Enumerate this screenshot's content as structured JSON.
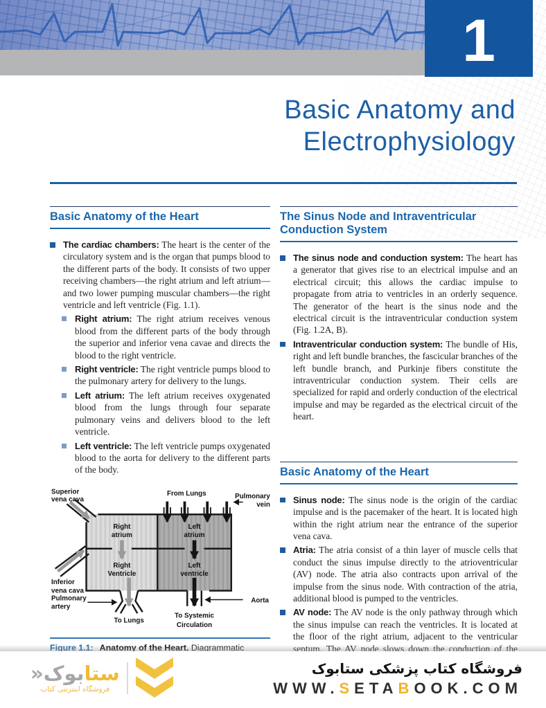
{
  "header": {
    "chapter_number": "1",
    "title_line1": "Basic Anatomy and",
    "title_line2": "Electrophysiology"
  },
  "left_column": {
    "heading": "Basic Anatomy of the Heart",
    "bullets": {
      "b1": {
        "label": "The cardiac chambers:",
        "text": "The heart is the center of the circulatory system and is the organ that pumps blood to the different parts of the body. It consists of two upper receiving chambers—the right atrium and left atrium—and two lower pumping muscular chambers—the right ventricle and left ventricle (Fig. 1.1)."
      },
      "b2": {
        "label": "Right atrium:",
        "text": "The right atrium receives venous blood from the different parts of the body through the superior and inferior vena cavae and directs the blood to the right ventricle."
      },
      "b3": {
        "label": "Right ventricle:",
        "text": "The right ventricle pumps blood to the pulmonary artery for delivery to the lungs."
      },
      "b4": {
        "label": "Left atrium:",
        "text": "The left atrium receives oxygenated blood from the lungs through four separate pulmonary veins and delivers blood to the left ventricle."
      },
      "b5": {
        "label": "Left ventricle:",
        "text": "The left ventricle pumps oxygenated blood to the aorta for delivery to the different parts of the body."
      }
    }
  },
  "figure": {
    "labels": {
      "superior_vena_cava_1": "Superior",
      "superior_vena_cava_2": "vena cava",
      "from_lungs": "From Lungs",
      "pulmonary_vein_1": "Pulmonary",
      "pulmonary_vein_2": "vein",
      "right_atrium_1": "Right",
      "right_atrium_2": "atrium",
      "left_atrium_1": "Left",
      "left_atrium_2": "atrium",
      "inferior_vena_cava_1": "Inferior",
      "inferior_vena_cava_2": "vena cava",
      "right_ventricle_1": "Right",
      "right_ventricle_2": "Ventricle",
      "left_ventricle_1": "Left",
      "left_ventricle_2": "ventricle",
      "pulmonary_artery_1": "Pulmonary",
      "pulmonary_artery_2": "artery",
      "aorta": "Aorta",
      "to_lungs": "To Lungs",
      "to_systemic_1": "To Systemic",
      "to_systemic_2": "Circulation"
    },
    "caption": {
      "label": "Figure 1.1:",
      "title": "Anatomy of the Heart.",
      "text": "Diagrammatic representation of the heart showing two upper receiving chambers—the right and left atria—and two lower muscular pumping chambers—the right and left ventricles. Arrows point"
    }
  },
  "right_column": {
    "heading1": "The Sinus Node and Intraventricular Conduction System",
    "bullets1": {
      "b1": {
        "label": "The sinus node and conduction system:",
        "text": "The heart has a generator that gives rise to an electrical impulse and an electrical circuit; this allows the cardiac impulse to propagate from atria to ventricles in an orderly sequence. The generator of the heart is the sinus node and the electrical circuit is the intraventricular conduction system (Fig. 1.2A, B)."
      },
      "b2": {
        "label": "Intraventricular conduction system:",
        "text": "The bundle of His, right and left bundle branches, the fascicular branches of the left bundle branch, and Purkinje fibers constitute the intraventricular conduction system. Their cells are specialized for rapid and orderly conduction of the electrical impulse and may be regarded as the electrical circuit of the heart."
      }
    },
    "heading2": "Basic Anatomy of the Heart",
    "bullets2": {
      "b1": {
        "label": "Sinus node:",
        "text": "The sinus node is the origin of the cardiac impulse and is the pacemaker of the heart. It is located high within the right atrium near the entrance of the superior vena cava."
      },
      "b2": {
        "label": "Atria:",
        "text": "The atria consist of a thin layer of muscle cells that conduct the sinus impulse directly to the atrioventricular (AV) node. The atria also contracts upon arrival of the impulse from the sinus node. With contraction of the atria, additional blood is pumped to the ventricles."
      },
      "b3": {
        "label": "AV node:",
        "text": "The AV node is the only pathway through which the sinus impulse can reach the ventricles. It is located at the floor of the right atrium, adjacent to the ventricular septum. The AV node slows down the conduction of the sinus impulse to the ventricles so that contraction of the atria and ventricles does not occur simultaneously. This results in a better cardiac"
      }
    }
  },
  "footer": {
    "logo": {
      "name_part1": "ستا",
      "name_part2": "بوک",
      "guillemet": "«",
      "tagline": "فروشگاه اینترنتی کتاب"
    },
    "store_title": "فروشگاه کتاب پزشکی ستابوک",
    "url": {
      "p1": "WWW.",
      "p2": "S",
      "p3": "ETA",
      "p4": "B",
      "p5": "OOK.COM"
    }
  },
  "colors": {
    "accent_blue": "#1a67ad",
    "chapter_box_blue": "#13569f",
    "gray_bar": "#b3b5b7",
    "brand_yellow": "#f0bb35"
  }
}
